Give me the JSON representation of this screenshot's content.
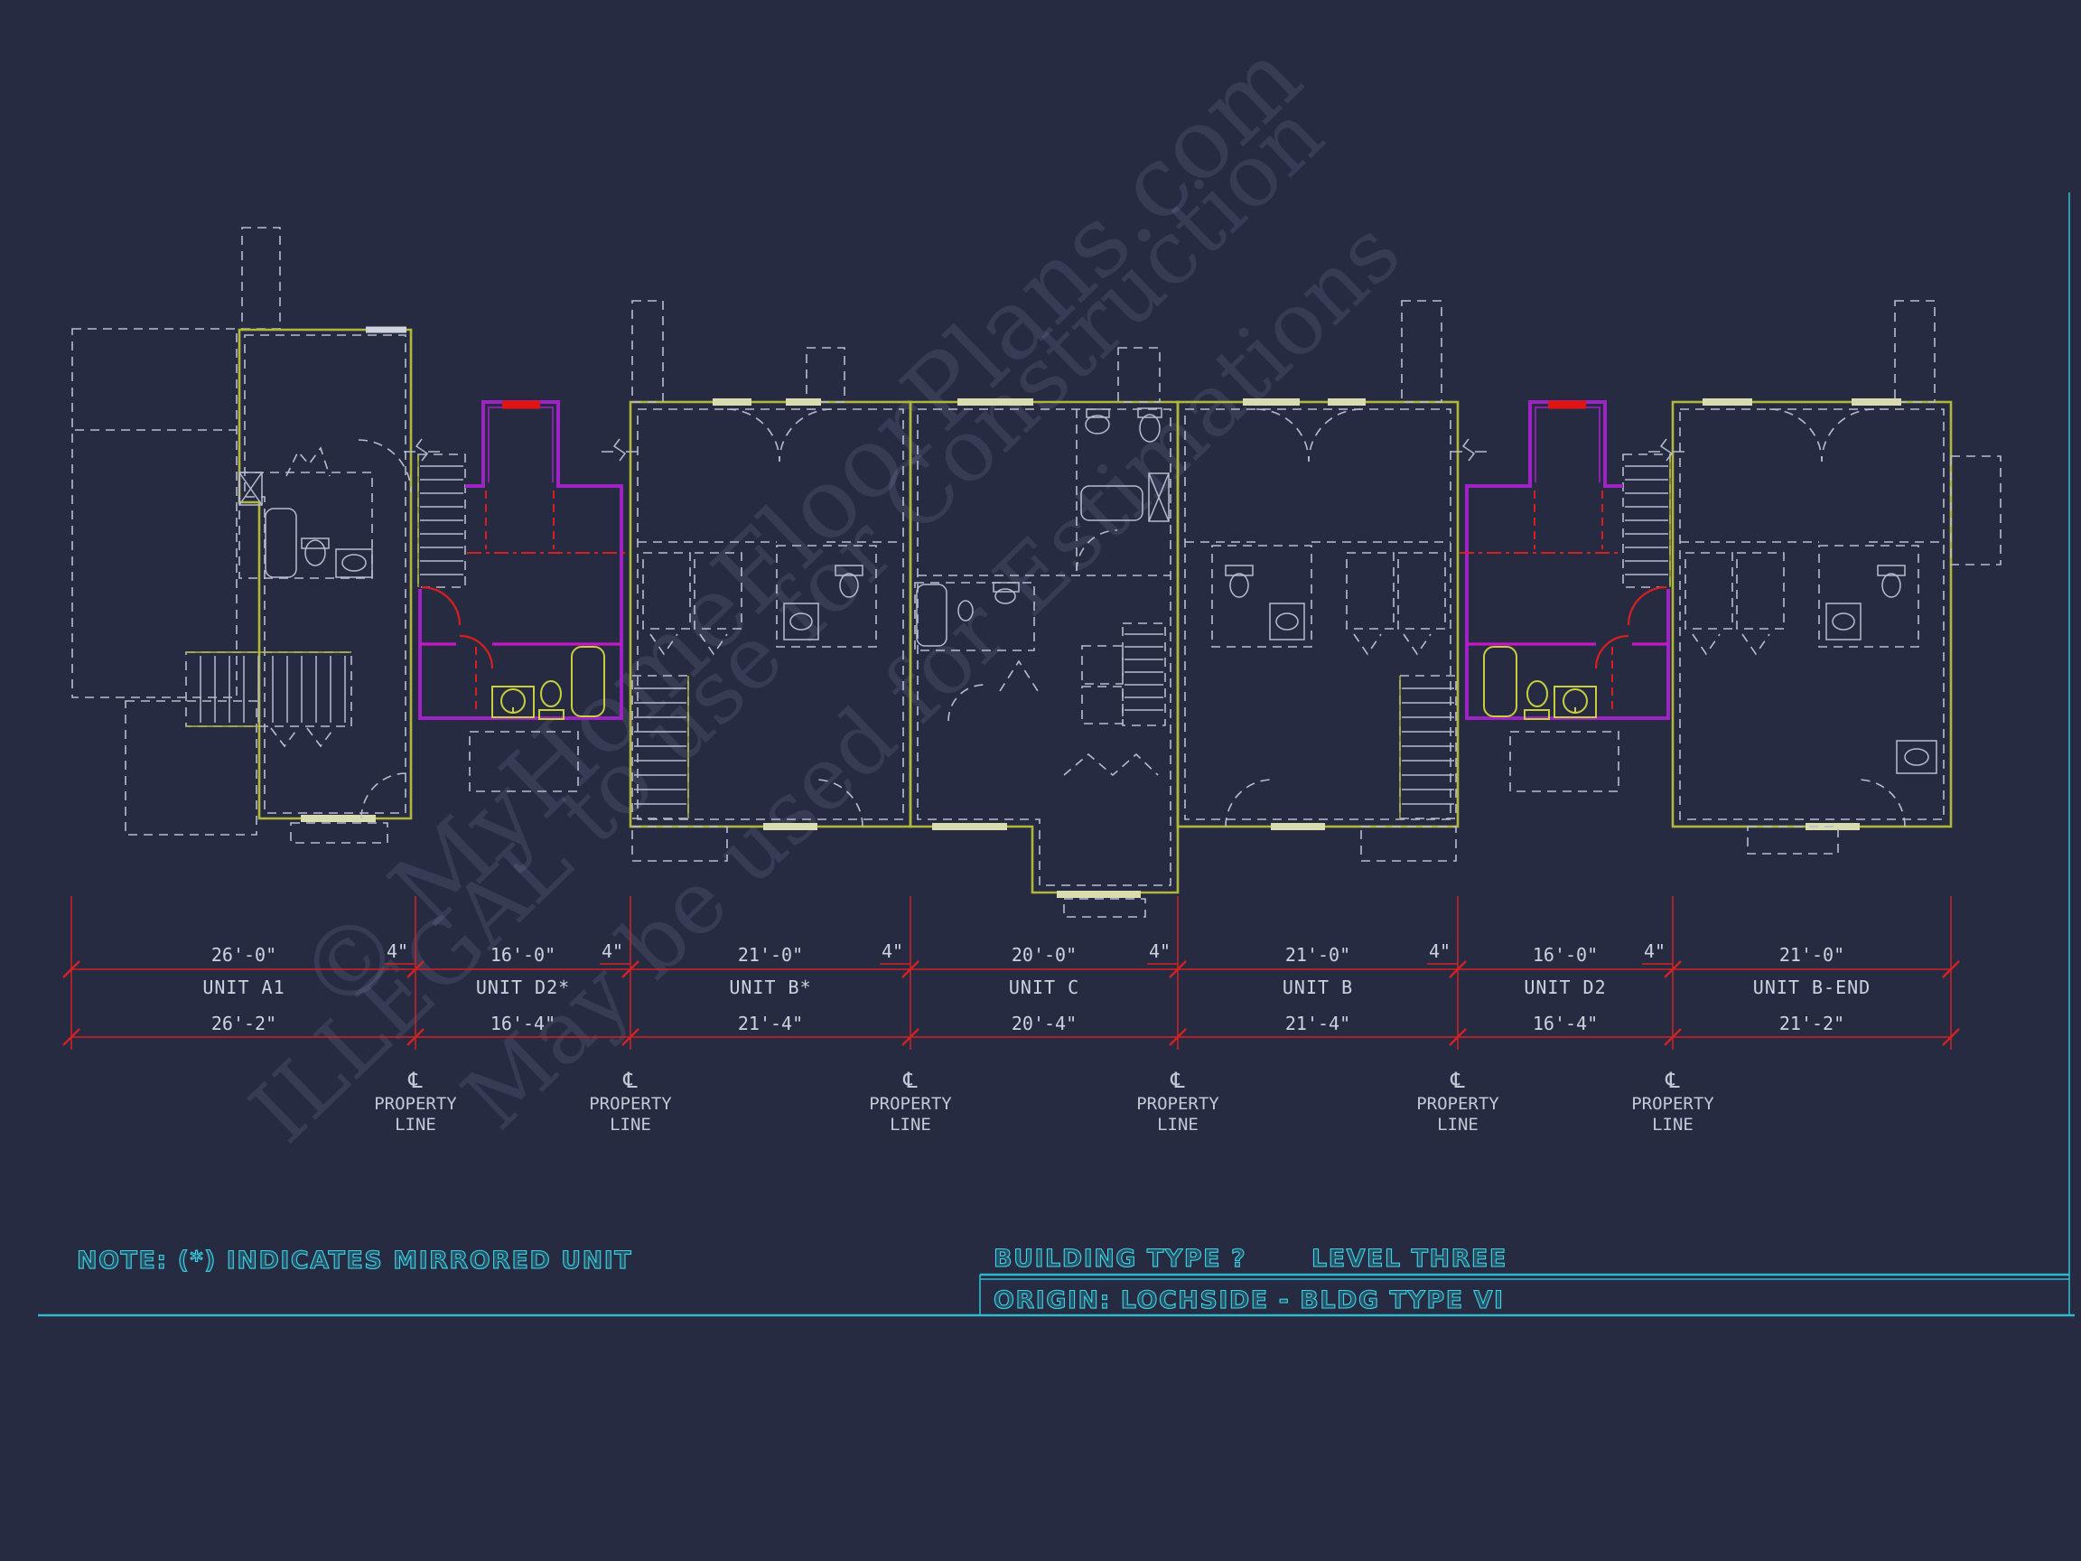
{
  "drawing": {
    "note": "NOTE:  (*)  INDICATES MIRRORED UNIT",
    "title_block": {
      "building_type": "BUILDING TYPE ?",
      "level": "LEVEL THREE",
      "origin": "ORIGIN: LOCHSIDE - BLDG TYPE VI"
    },
    "watermark": {
      "line1": "© MyHomeFloorPlans.com",
      "line2": "ILLEGAL to use for Construction",
      "line3": "May be used for Estimations"
    },
    "units": [
      {
        "name": "UNIT A1",
        "width": "26'-0\"",
        "overall": "26'-2\""
      },
      {
        "name": "UNIT D2*",
        "width": "16'-0\"",
        "overall": "16'-4\""
      },
      {
        "name": "UNIT B*",
        "width": "21'-0\"",
        "overall": "21'-4\""
      },
      {
        "name": "UNIT C",
        "width": "20'-0\"",
        "overall": "20'-4\""
      },
      {
        "name": "UNIT B",
        "width": "21'-0\"",
        "overall": "21'-4\""
      },
      {
        "name": "UNIT D2",
        "width": "16'-0\"",
        "overall": "16'-4\""
      },
      {
        "name": "UNIT B-END",
        "width": "21'-0\"",
        "overall": "21'-2\""
      }
    ],
    "wall_gap_label": "4\"",
    "property_line": {
      "symbol": "℄",
      "word1": "PROPERTY",
      "word2": "LINE"
    },
    "colors": {
      "background": "#262b42",
      "wall_yellow": "#b2b73c",
      "window_khaki": "#d8dcae",
      "wall_magenta": "#9e22c4",
      "bath_magenta": "#c616c6",
      "red": "#d81f1f",
      "line_gray": "#b7bdcf",
      "cyan": "#3bd6e6",
      "text_gray": "#cdd2df"
    }
  }
}
